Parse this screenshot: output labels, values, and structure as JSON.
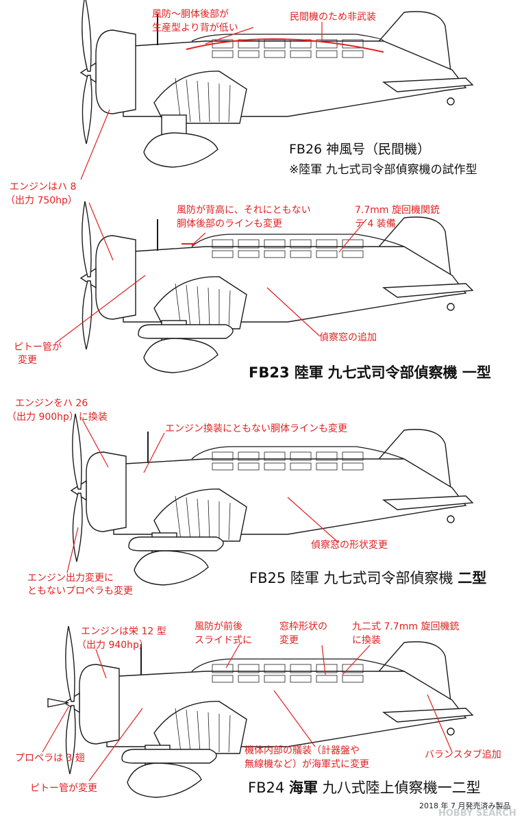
{
  "plane1": {
    "note_canopy_l1": "風防〜胴体後部が",
    "note_canopy_l2": "生産型より背が低い",
    "note_unarmed": "民間機のため非武装",
    "name": "FB26 神風号（民間機）",
    "subname": "※陸軍 九七式司令部偵察機の試作型"
  },
  "note_engine_l1": "エンジンはハ 8",
  "note_engine_l2": "（出力 750hp）",
  "plane2": {
    "note_canopy_l1": "風防が背高に、それにともない",
    "note_canopy_l2": "胴体後部のラインも変更",
    "note_gun_l1": "7.7mm 旋回機関銃",
    "note_gun_l2": "テ 4 装備",
    "note_pitot_l1": "ピトー管が",
    "note_pitot_l2": "変更",
    "note_window": "偵察窓の追加",
    "name_prefix": "FB23 陸軍",
    "name_main": "九七式司令部偵察機 一型"
  },
  "plane3": {
    "note_engine_l1": "エンジンをハ 26",
    "note_engine_l2": "（出力 900hp）に換装",
    "note_fuselage": "エンジン換装にともない胴体ラインも変更",
    "note_window": "偵察窓の形状変更",
    "note_prop_l1": "エンジン出力変更に",
    "note_prop_l2": "ともないプロペラも変更",
    "name_prefix": "FB25 陸軍 九七式司令部偵察機",
    "name_bold": "二型"
  },
  "plane4": {
    "note_engine_l1": "エンジンは栄 12 型",
    "note_engine_l2": "（出力 940hp）",
    "note_slide_l1": "風防が前後",
    "note_slide_l2": "スライド式に",
    "note_frame_l1": "窓枠形状の",
    "note_frame_l2": "変更",
    "note_gun_l1": "九二式 7.7mm 旋回機銃",
    "note_gun_l2": "に換装",
    "note_prop": "プロペラは 3 翅",
    "note_interior_l1": "機体内部の艤装（計器盤や",
    "note_interior_l2": "無線機など）が海軍式に変更",
    "note_tab": "バランスタブ追加",
    "note_pitot": "ピトー管が変更",
    "name_prefix": "FB24",
    "name_bold": "海軍",
    "name_rest": "九八式陸上偵察機一二型"
  },
  "footer": "2018 年 7 月発売済み製品",
  "watermark": "HOBBY SEARCH",
  "colors": {
    "annotation": "#e02020",
    "line": "#1a1a1a",
    "fill": "#ffffff"
  }
}
